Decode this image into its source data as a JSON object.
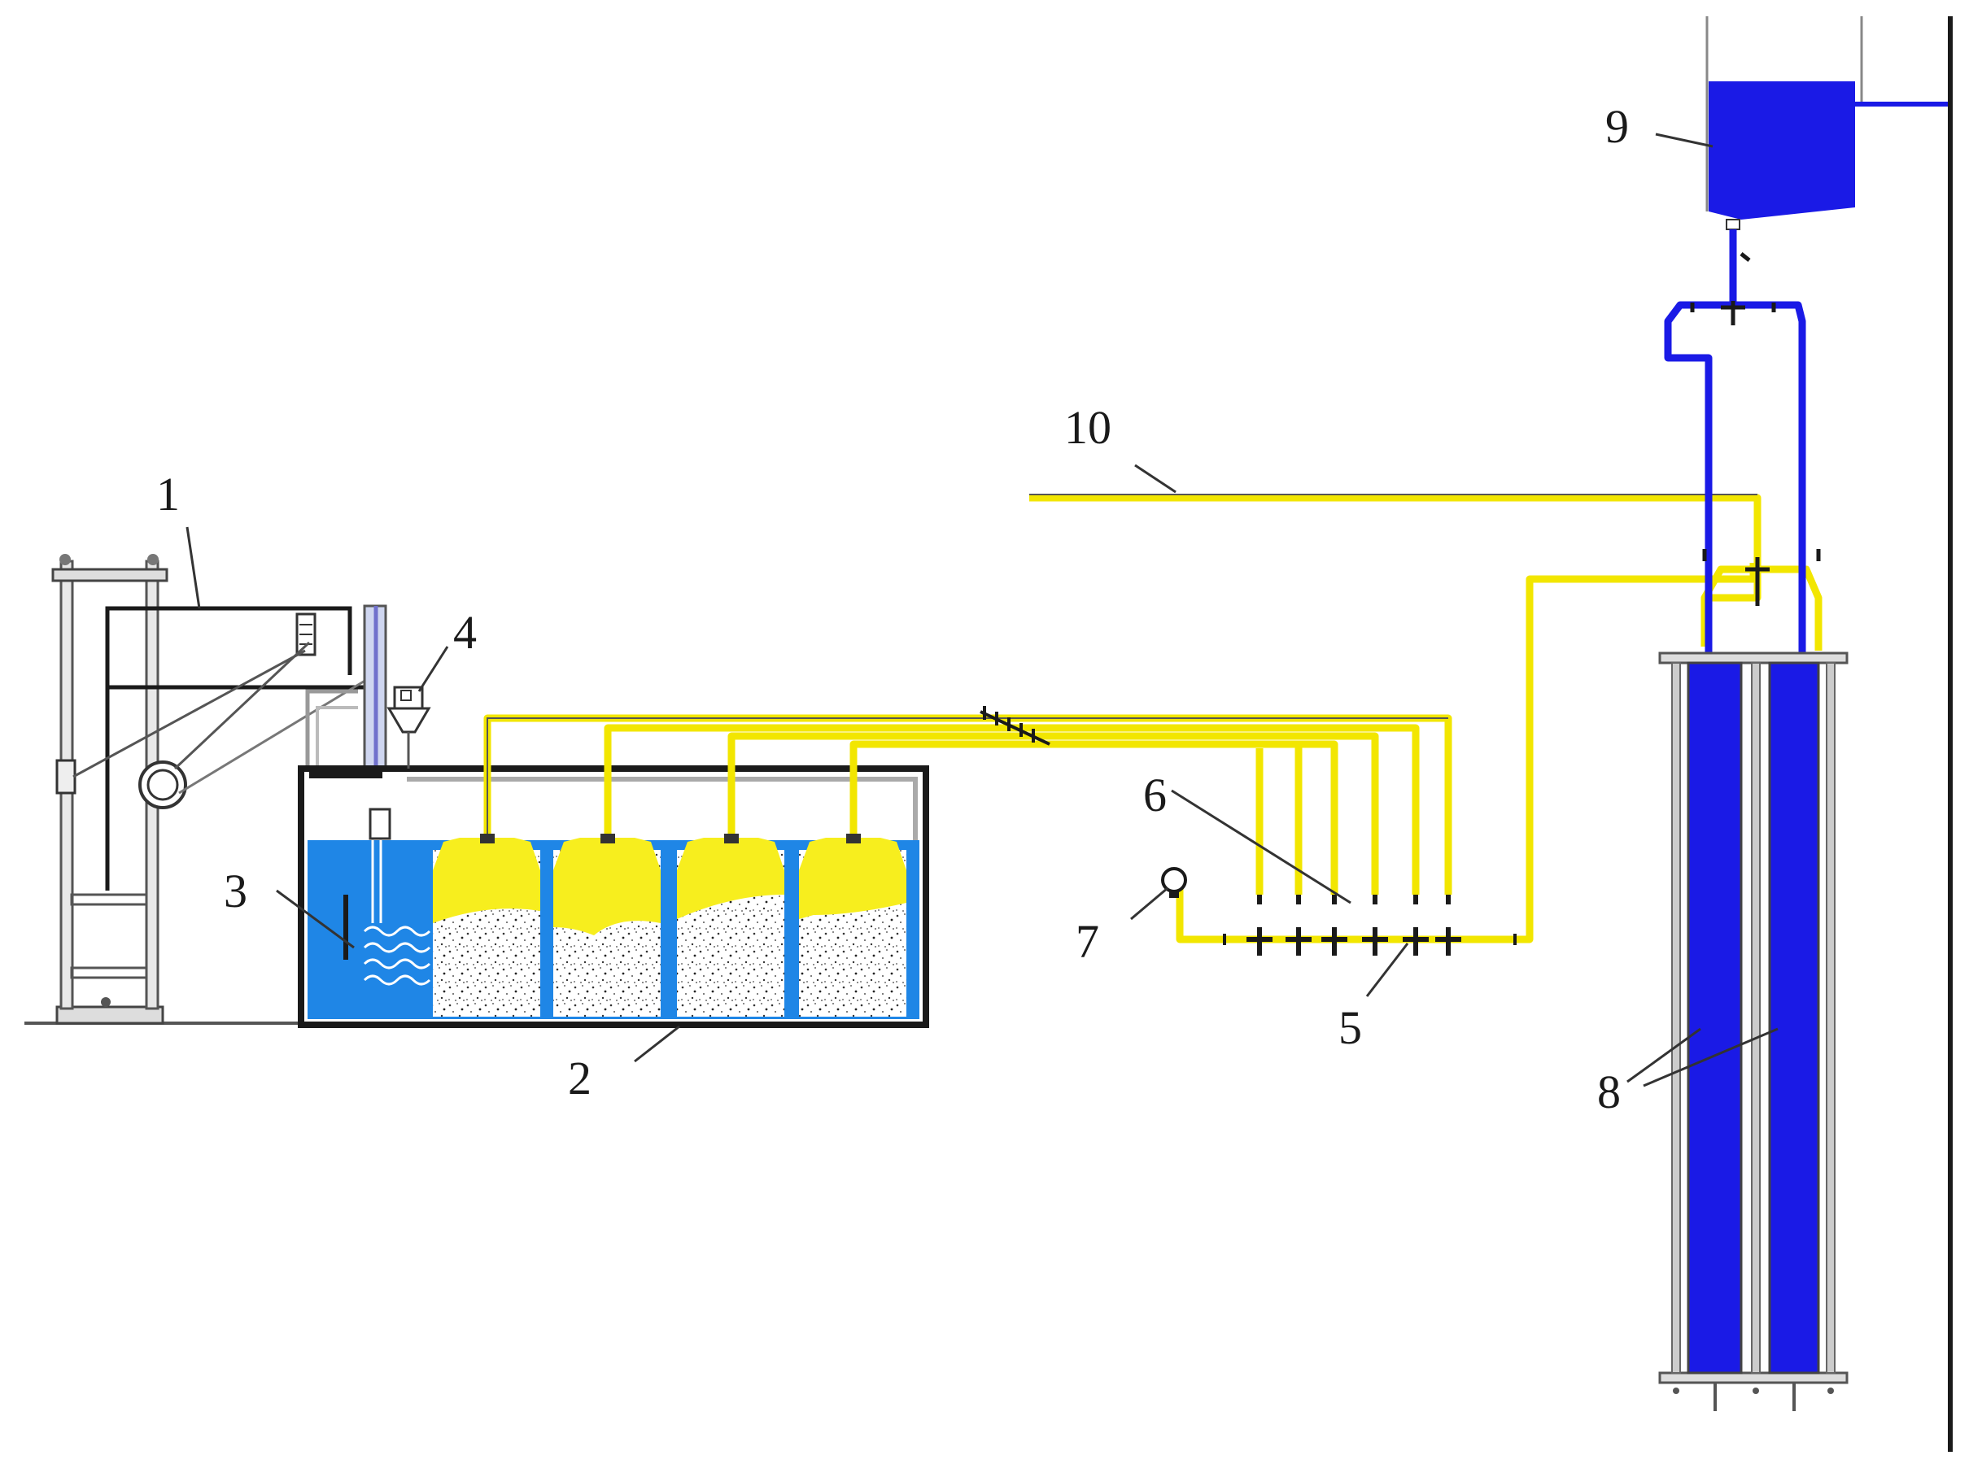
{
  "labels": {
    "n1": "1",
    "n2": "2",
    "n3": "3",
    "n4": "4",
    "n5": "5",
    "n6": "6",
    "n7": "7",
    "n8": "8",
    "n9": "9",
    "n10": "10"
  },
  "colors": {
    "gas_line": "#f2e600",
    "water": "#1f86e6",
    "column_water": "#1a1ae6",
    "frame": "#1a1a1a",
    "pipe_gray": "#9a9a9a",
    "sediment_bg": "#ffffff"
  },
  "components": {
    "reactor_bottles": 4,
    "valve_ports": 6,
    "columns": 2
  }
}
